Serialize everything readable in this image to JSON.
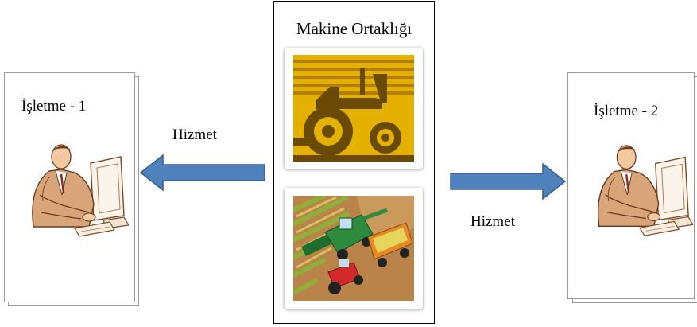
{
  "left_card": {
    "title": "İşletme - 1"
  },
  "right_card": {
    "title": "İşletme - 2"
  },
  "center": {
    "title": "Makine Ortaklığı"
  },
  "left_arrow": {
    "label": "Hizmet"
  },
  "right_arrow": {
    "label": "Hizmet"
  },
  "colors": {
    "arrow_fill": "#4f81bd",
    "arrow_stroke": "#385d8a",
    "tractor_bg": "#e5b100",
    "tractor_dark": "#6b4a05"
  },
  "icons": [
    "businessman-at-computer-icon",
    "tractor-icon",
    "combine-harvester-icon"
  ]
}
